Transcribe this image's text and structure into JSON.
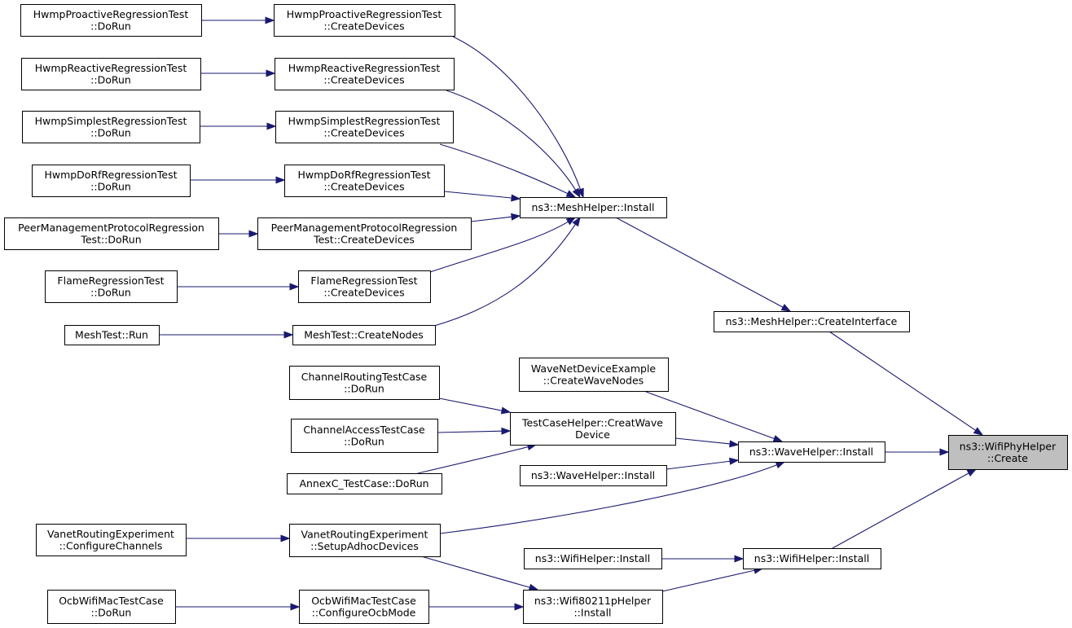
{
  "nodes": {
    "n1": [
      "HwmpProactiveRegressionTest",
      "::DoRun"
    ],
    "n2": [
      "HwmpProactiveRegressionTest",
      "::CreateDevices"
    ],
    "n3": [
      "HwmpReactiveRegressionTest",
      "::DoRun"
    ],
    "n4": [
      "HwmpReactiveRegressionTest",
      "::CreateDevices"
    ],
    "n5": [
      "HwmpSimplestRegressionTest",
      "::DoRun"
    ],
    "n6": [
      "HwmpSimplestRegressionTest",
      "::CreateDevices"
    ],
    "n7": [
      "HwmpDoRfRegressionTest",
      "::DoRun"
    ],
    "n8": [
      "HwmpDoRfRegressionTest",
      "::CreateDevices"
    ],
    "n9": [
      "PeerManagementProtocolRegression",
      "Test::DoRun"
    ],
    "n10": [
      "PeerManagementProtocolRegression",
      "Test::CreateDevices"
    ],
    "n11": [
      "FlameRegressionTest",
      "::DoRun"
    ],
    "n12": [
      "FlameRegressionTest",
      "::CreateDevices"
    ],
    "n13": [
      "MeshTest::Run"
    ],
    "n14": [
      "MeshTest::CreateNodes"
    ],
    "n15": [
      "ns3::MeshHelper::Install"
    ],
    "n16": [
      "ns3::MeshHelper::CreateInterface"
    ],
    "n17": [
      "ChannelRoutingTestCase",
      "::DoRun"
    ],
    "n18": [
      "WaveNetDeviceExample",
      "::CreateWaveNodes"
    ],
    "n19": [
      "ChannelAccessTestCase",
      "::DoRun"
    ],
    "n20": [
      "TestCaseHelper::CreatWave",
      "Device"
    ],
    "n21": [
      "AnnexC_TestCase::DoRun"
    ],
    "n22": [
      "ns3::WaveHelper::Install"
    ],
    "n23": [
      "ns3::WaveHelper::Install"
    ],
    "n24": [
      "ns3::WifiPhyHelper",
      "::Create"
    ],
    "n25": [
      "VanetRoutingExperiment",
      "::ConfigureChannels"
    ],
    "n26": [
      "VanetRoutingExperiment",
      "::SetupAdhocDevices"
    ],
    "n27": [
      "ns3::WifiHelper::Install"
    ],
    "n28": [
      "ns3::WifiHelper::Install"
    ],
    "n29": [
      "OcbWifiMacTestCase",
      "::DoRun"
    ],
    "n30": [
      "OcbWifiMacTestCase",
      "::ConfigureOcbMode"
    ],
    "n31": [
      "ns3::Wifi80211pHelper",
      "::Install"
    ]
  },
  "edges": [
    [
      "n1",
      "n2"
    ],
    [
      "n3",
      "n4"
    ],
    [
      "n5",
      "n6"
    ],
    [
      "n7",
      "n8"
    ],
    [
      "n9",
      "n10"
    ],
    [
      "n11",
      "n12"
    ],
    [
      "n13",
      "n14"
    ],
    [
      "n2",
      "n15"
    ],
    [
      "n4",
      "n15"
    ],
    [
      "n6",
      "n15"
    ],
    [
      "n8",
      "n15"
    ],
    [
      "n10",
      "n15"
    ],
    [
      "n12",
      "n15"
    ],
    [
      "n14",
      "n15"
    ],
    [
      "n15",
      "n16"
    ],
    [
      "n16",
      "n24"
    ],
    [
      "n17",
      "n20"
    ],
    [
      "n19",
      "n20"
    ],
    [
      "n21",
      "n20"
    ],
    [
      "n18",
      "n22"
    ],
    [
      "n20",
      "n22"
    ],
    [
      "n23",
      "n22"
    ],
    [
      "n26",
      "n22"
    ],
    [
      "n22",
      "n24"
    ],
    [
      "n25",
      "n26"
    ],
    [
      "n26",
      "n31"
    ],
    [
      "n29",
      "n30"
    ],
    [
      "n30",
      "n31"
    ],
    [
      "n27",
      "n28"
    ],
    [
      "n31",
      "n28"
    ],
    [
      "n28",
      "n24"
    ]
  ],
  "highlighted_node": "n24",
  "colors": {
    "edge": "#191970",
    "node_border": "#000000",
    "node_fill": "#ffffff",
    "highlight_fill": "#bfbfbf"
  }
}
